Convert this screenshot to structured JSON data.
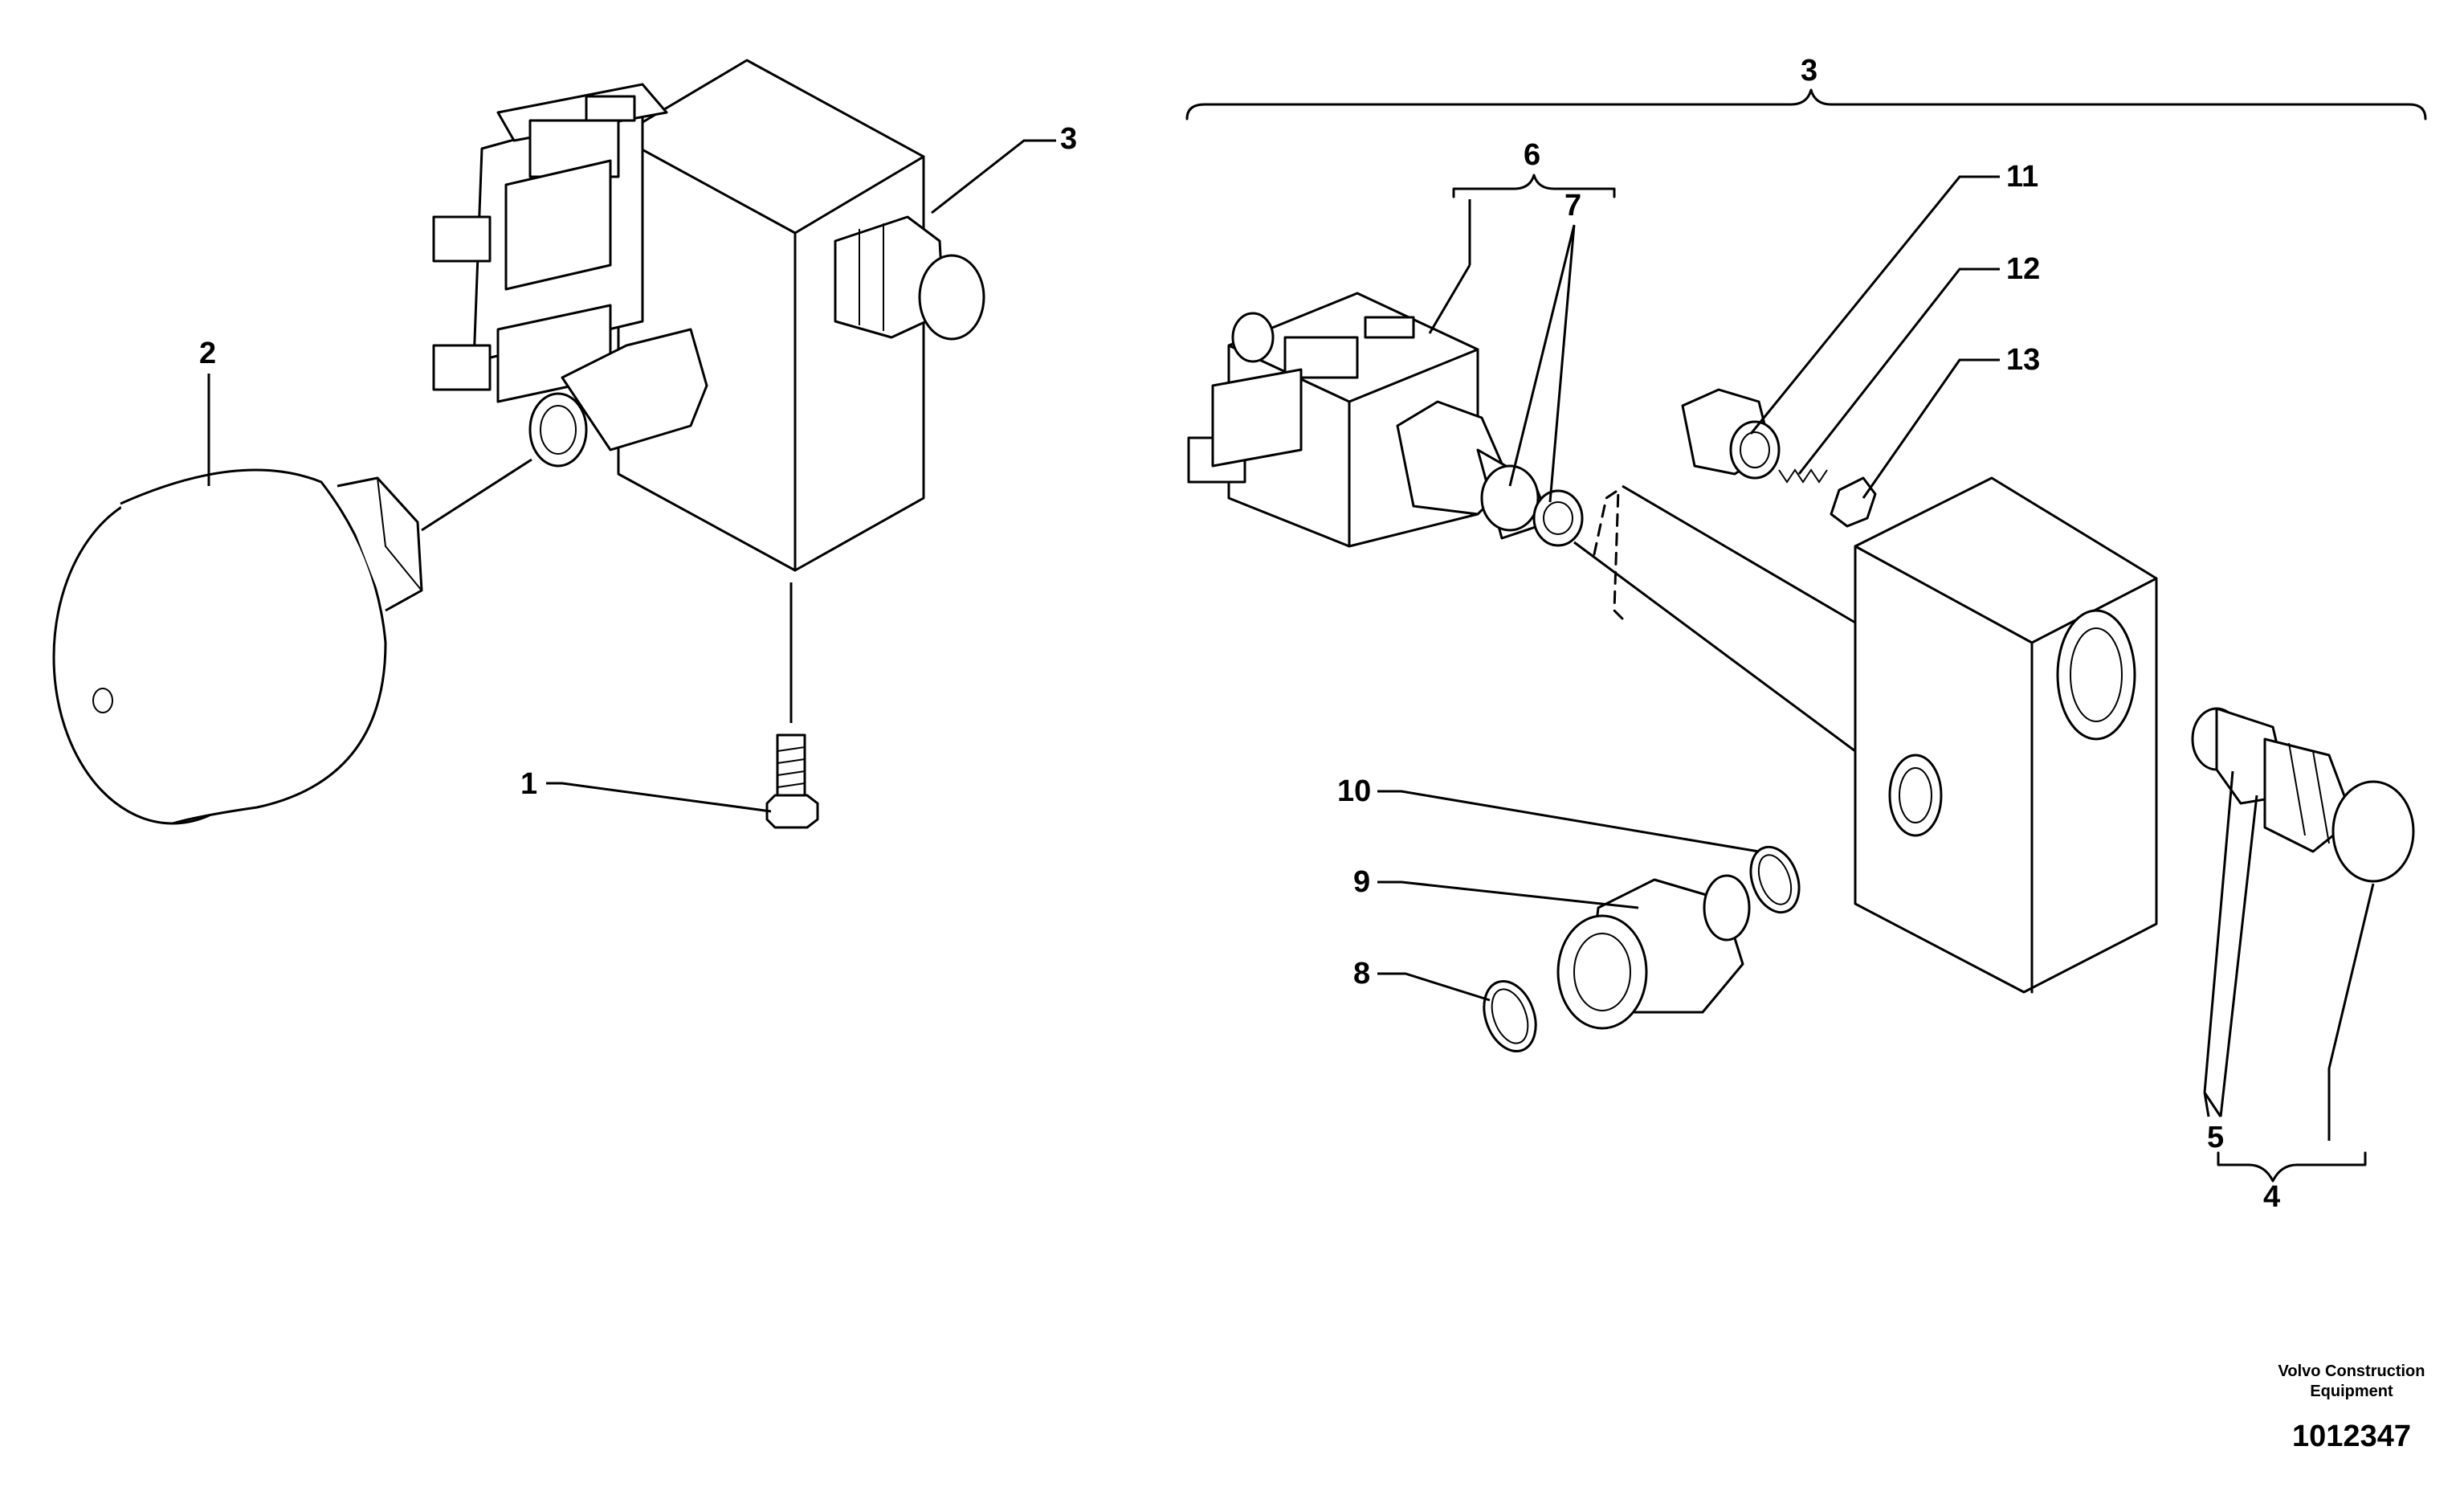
{
  "callouts": {
    "c1": "1",
    "c2": "2",
    "c3_left": "3",
    "c3_top": "3",
    "c4": "4",
    "c5": "5",
    "c6": "6",
    "c7": "7",
    "c8": "8",
    "c9": "9",
    "c10": "10",
    "c11": "11",
    "c12": "12",
    "c13": "13"
  },
  "footer": {
    "brand_line1": "Volvo Construction",
    "brand_line2": "Equipment",
    "drawing_number": "1012347"
  }
}
